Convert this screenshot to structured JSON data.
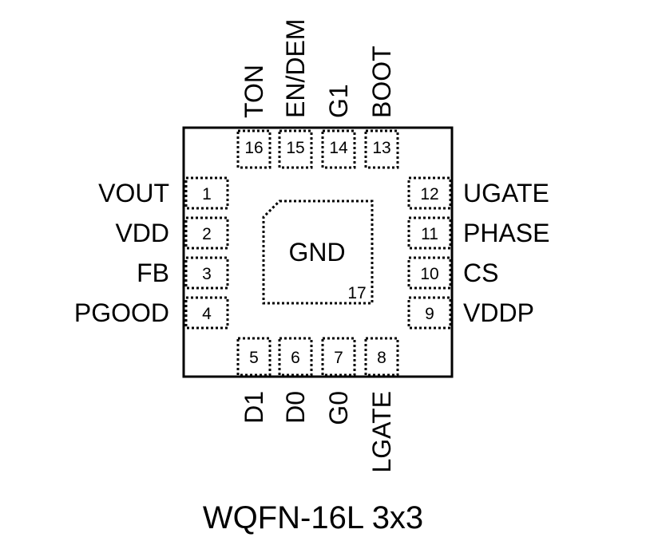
{
  "package": {
    "name": "WQFN-16L 3x3",
    "pad_label": "GND",
    "pad_number": "17"
  },
  "pins_left": [
    {
      "num": "1",
      "name": "VOUT"
    },
    {
      "num": "2",
      "name": "VDD"
    },
    {
      "num": "3",
      "name": "FB"
    },
    {
      "num": "4",
      "name": "PGOOD"
    }
  ],
  "pins_bottom": [
    {
      "num": "5",
      "name": "D1"
    },
    {
      "num": "6",
      "name": "D0"
    },
    {
      "num": "7",
      "name": "G0"
    },
    {
      "num": "8",
      "name": "LGATE"
    }
  ],
  "pins_right": [
    {
      "num": "9",
      "name": "VDDP"
    },
    {
      "num": "10",
      "name": "CS"
    },
    {
      "num": "11",
      "name": "PHASE"
    },
    {
      "num": "12",
      "name": "UGATE"
    }
  ],
  "pins_top": [
    {
      "num": "13",
      "name": "BOOT"
    },
    {
      "num": "14",
      "name": "G1"
    },
    {
      "num": "15",
      "name": "EN/DEM"
    },
    {
      "num": "16",
      "name": "TON"
    }
  ]
}
